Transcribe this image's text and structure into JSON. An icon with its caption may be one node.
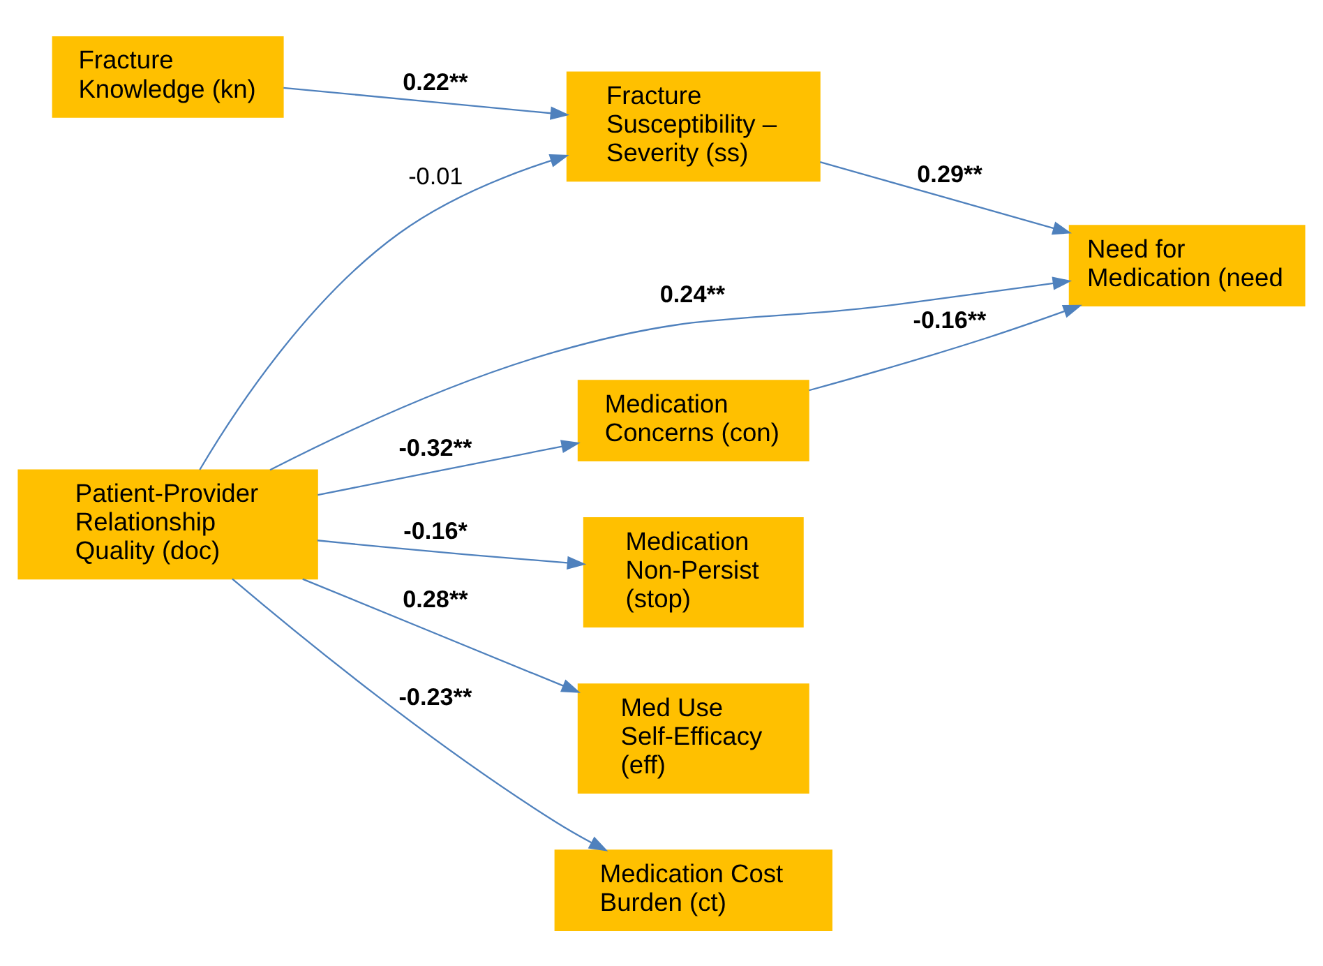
{
  "diagram": {
    "nodes": [
      {
        "text": [
          "Fracture Knowledge (kn)"
        ]
      },
      {
        "text": [
          "Fracture Susceptibility – Severity (ss)"
        ]
      },
      {
        "text": [
          "Need for Medication (need"
        ]
      },
      {
        "text": [
          "Patient-Provider Relationship Quality (doc)"
        ]
      },
      {
        "text": [
          "Medication Concerns (con)"
        ]
      },
      {
        "text": [
          "Medication Non-Persist (stop)"
        ]
      },
      {
        "text": [
          "Med Use Self-Efficacy (eff)"
        ]
      },
      {
        "text": [
          "Medication Cost Burden (ct)"
        ]
      }
    ],
    "edges": [
      {
        "from": 0,
        "to": 1,
        "arrow": "to",
        "label": "0.22**"
      },
      {
        "from": 1,
        "to": 2,
        "arrow": "to",
        "label": "0.29**"
      },
      {
        "from": 3,
        "to": 1,
        "arrow": "to",
        "label": "-0.01"
      },
      {
        "from": 3,
        "to": 2,
        "arrow": "to",
        "label": "0.24**"
      },
      {
        "from": 4,
        "to": 2,
        "arrow": "to",
        "label": "-0.16**"
      },
      {
        "from": 3,
        "to": 4,
        "arrow": "to",
        "label": "-0.32**"
      },
      {
        "from": 3,
        "to": 5,
        "arrow": "to",
        "label": "-0.16*"
      },
      {
        "from": 3,
        "to": 6,
        "arrow": "to",
        "label": "0.28**"
      },
      {
        "from": 3,
        "to": 7,
        "arrow": "to",
        "label": "-0.23**"
      }
    ]
  }
}
